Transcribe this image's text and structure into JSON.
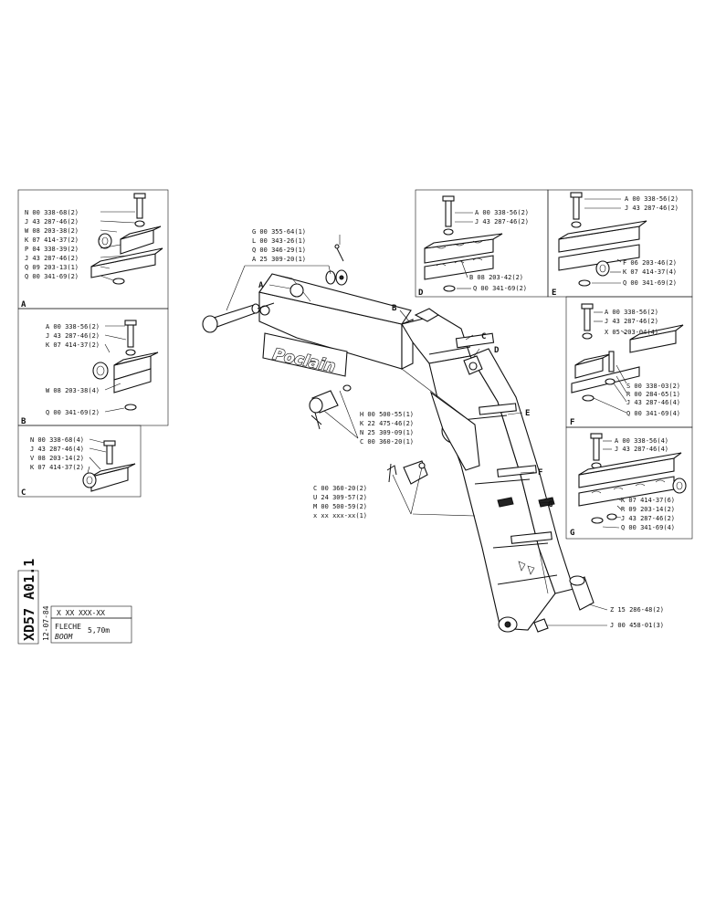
{
  "sheet": {
    "code": "XD57 A01.1",
    "date": "12-07-84",
    "part_ref": "X XX XXX-XX",
    "title_fr": "FLECHE",
    "title_en": "BOOM",
    "size": "5,70m",
    "logo": "Poclain"
  },
  "main": {
    "labels": [
      "A",
      "B",
      "C",
      "D",
      "E",
      "F",
      "G"
    ],
    "upper_parts": [
      "G 00 355-64(1)",
      "L 00 343-26(1)",
      "Q 00 346-29(1)",
      "A 25 309-20(1)"
    ],
    "pin_parts": [
      "H 00 500-55(1)",
      "K 22 475-46(2)",
      "N 25 309-09(1)",
      "C 00 360-20(1)"
    ],
    "lower_parts": [
      "C 00 360-20(2)",
      "U 24 309-57(2)",
      "M 00 500-59(2)",
      "x xx xxx-xx(1)"
    ],
    "bottom_parts": [
      "Z 15 286-48(2)",
      "J 00 458-01(3)"
    ]
  },
  "panels": {
    "A": {
      "label": "A",
      "parts": [
        "N 00 338-68(2)",
        "J 43 287-46(2)",
        "W 08 203-38(2)",
        "K 07 414-37(2)",
        "P 04 338-39(2)",
        "J 43 287-46(2)",
        "Q 09 203-13(1)",
        "Q 00 341-69(2)"
      ]
    },
    "B": {
      "label": "B",
      "parts": [
        "A 00 338-56(2)",
        "J 43 287-46(2)",
        "K 07 414-37(2)",
        "W 08 203-38(4)",
        "Q 00 341-69(2)"
      ]
    },
    "C": {
      "label": "C",
      "parts": [
        "N 00 338-68(4)",
        "J 43 287-46(4)",
        "V 08 203-14(2)",
        "K 07 414-37(2)"
      ]
    },
    "D": {
      "label": "D",
      "parts": [
        "A 00 338-56(2)",
        "J 43 287-46(2)",
        "B 08 203-42(2)",
        "Q 00 341-69(2)"
      ]
    },
    "E": {
      "label": "E",
      "parts": [
        "A 00 338-56(2)",
        "J 43 287-46(2)",
        "F 06 203-46(2)",
        "K 07 414-37(4)",
        "Q 00 341-69(2)"
      ]
    },
    "F": {
      "label": "F",
      "parts": [
        "A 00 338-56(2)",
        "J 43 287-46(2)",
        "X 05 203-04(4)",
        "S 00 338-03(2)",
        "R 00 284-65(1)",
        "J 43 287-46(4)",
        "Q 00 341-69(4)"
      ]
    },
    "G": {
      "label": "G",
      "parts": [
        "A 00 338-56(4)",
        "J 43 287-46(4)",
        "K 07 414-37(6)",
        "R 09 203-14(2)",
        "J 43 287-46(2)",
        "Q 00 341-69(4)"
      ]
    }
  }
}
